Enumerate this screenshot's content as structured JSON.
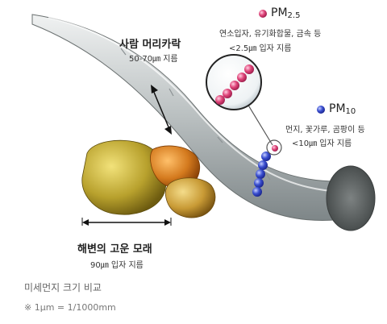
{
  "hair": {
    "title": "사람 머리카락",
    "size": "50-70㎛ 지름"
  },
  "sand": {
    "title": "해변의 고운 모래",
    "size": "90㎛ 입자 지름"
  },
  "pm25": {
    "name_main": "PM",
    "name_sub": "2.5",
    "desc": "연소입자, 유기화합물, 금속 등",
    "size": "<2.5㎛ 입자 지름",
    "color": "#e0457a"
  },
  "pm10": {
    "name_main": "PM",
    "name_sub": "10",
    "desc": "먼지, 꽃가루, 곰팡이 등",
    "size": "<10㎛ 입자 지름",
    "color": "#3a4fd0"
  },
  "caption": "미세먼지 크기 비교",
  "note": "※ 1μm  =  1/1000mm"
}
